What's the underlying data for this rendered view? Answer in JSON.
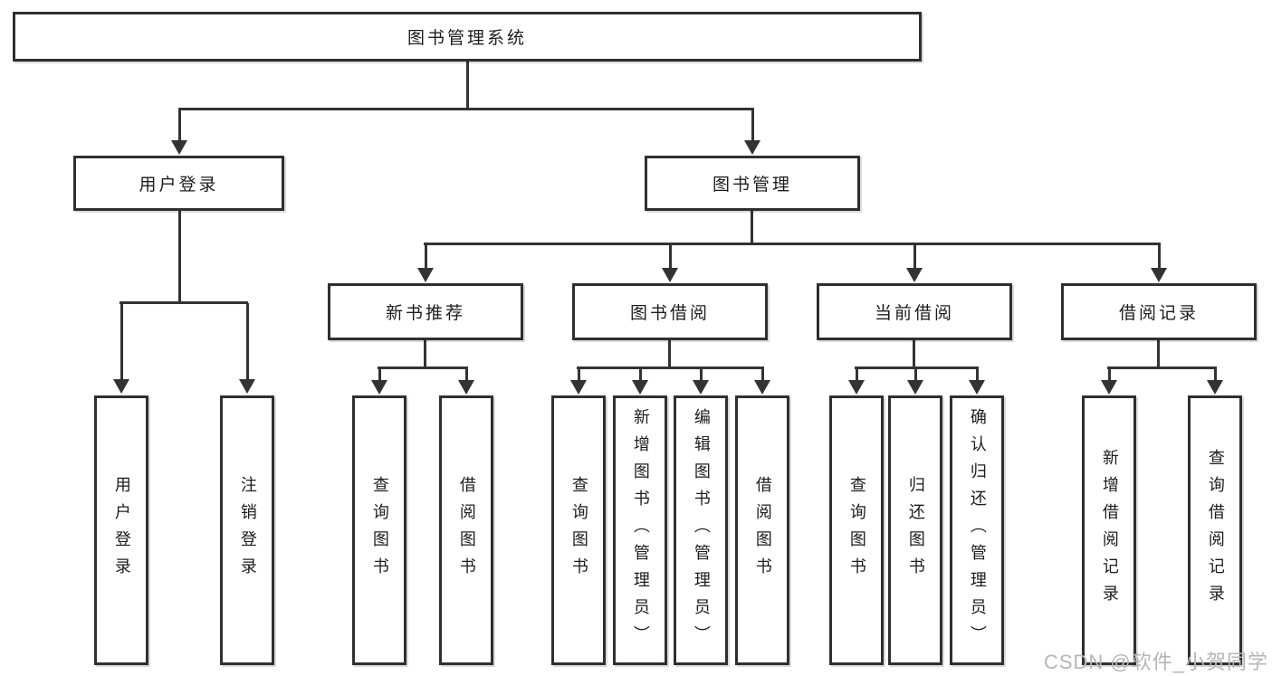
{
  "diagram": {
    "root": {
      "label": "图书管理系统"
    },
    "level2": [
      {
        "label": "用户登录",
        "children": [
          {
            "label": "用户登录"
          },
          {
            "label": "注销登录"
          }
        ]
      },
      {
        "label": "图书管理",
        "children": [
          {
            "label": "新书推荐",
            "children": [
              {
                "label": "查询图书"
              },
              {
                "label": "借阅图书"
              }
            ]
          },
          {
            "label": "图书借阅",
            "children": [
              {
                "label": "查询图书"
              },
              {
                "label": "新增图书（管理员）"
              },
              {
                "label": "编辑图书（管理员）"
              },
              {
                "label": "借阅图书"
              }
            ]
          },
          {
            "label": "当前借阅",
            "children": [
              {
                "label": "查询图书"
              },
              {
                "label": "归还图书"
              },
              {
                "label": "确认归还（管理员）"
              }
            ]
          },
          {
            "label": "借阅记录",
            "children": [
              {
                "label": "新增借阅记录"
              },
              {
                "label": "查询借阅记录"
              }
            ]
          }
        ]
      }
    ]
  },
  "watermark": {
    "text": "CSDN @软件_小贺同学",
    "color": "#b5b5b5"
  },
  "colors": {
    "line": "#333333",
    "box_border": "#2f2f2f",
    "text": "#1c1c1c",
    "background": "#ffffff"
  }
}
